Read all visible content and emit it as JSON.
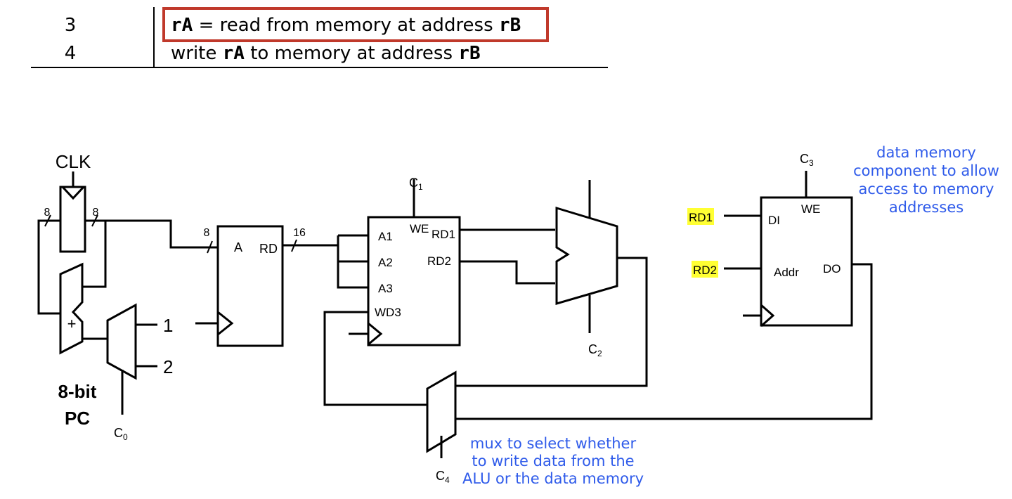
{
  "table": {
    "rows": [
      {
        "num": "3",
        "parts": [
          {
            "t": "rA",
            "code": true
          },
          {
            "t": " = read from memory at address ",
            "code": false
          },
          {
            "t": "rB",
            "code": true
          }
        ]
      },
      {
        "num": "4",
        "parts": [
          {
            "t": "write ",
            "code": false
          },
          {
            "t": "rA",
            "code": true
          },
          {
            "t": " to memory at address ",
            "code": false
          },
          {
            "t": "rB",
            "code": true
          }
        ]
      }
    ],
    "highlight_color": "#c0392b"
  },
  "pc": {
    "clk": "CLK",
    "bus_in": "8",
    "bus_out": "8",
    "adder": "+",
    "mux_in_1": "1",
    "mux_in_2": "2",
    "title_line1": "8-bit",
    "title_line2": "PC",
    "control": "C",
    "control_sub": "0"
  },
  "imem": {
    "bus_in": "8",
    "bus_out": "16",
    "port_a": "A",
    "port_rd": "RD"
  },
  "regfile": {
    "control": "C",
    "control_sub": "1",
    "a1": "A1",
    "a2": "A2",
    "a3": "A3",
    "wd3": "WD3",
    "we": "WE",
    "rd1": "RD1",
    "rd2": "RD2"
  },
  "alu": {
    "control": "C",
    "control_sub": "2"
  },
  "dmem": {
    "control": "C",
    "control_sub": "3",
    "we": "WE",
    "di": "DI",
    "addr": "Addr",
    "do": "DO",
    "in_rd1": "RD1",
    "in_rd2": "RD2",
    "highlight_color": "#ffff33"
  },
  "wbmux": {
    "control": "C",
    "control_sub": "4"
  },
  "annotations": {
    "dmem_note": [
      "data memory",
      "component to allow",
      "access to memory",
      "addresses"
    ],
    "mux_note": [
      "mux to select whether",
      "to write data from the",
      "ALU or the data memory"
    ],
    "color": "#2f5bea"
  }
}
